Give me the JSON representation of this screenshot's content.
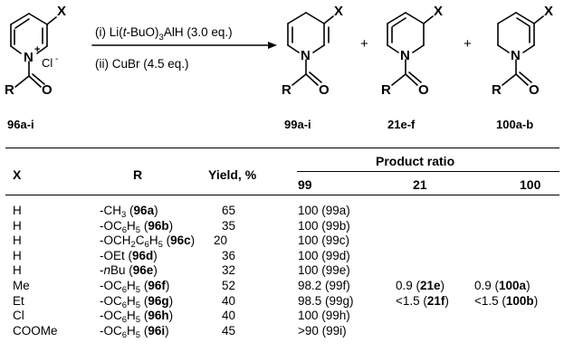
{
  "scheme": {
    "reactant_label": "96a-i",
    "products": [
      {
        "label": "99a-i"
      },
      {
        "label": "21e-f"
      },
      {
        "label": "100a-b"
      }
    ],
    "plus": "+",
    "step1": "(i) Li(t-BuO)3AlH (3.0 eq.)",
    "step2": "(ii) CuBr (4.5 eq.)",
    "atoms": {
      "X": "X",
      "N": "N",
      "R": "R",
      "O": "O",
      "Cl": "Cl",
      "charge_plus": "+",
      "charge_minus": "-"
    }
  },
  "table": {
    "headers": {
      "x": "X",
      "r": "R",
      "yield": "Yield, %",
      "ratio": "Product ratio",
      "c99": "99",
      "c21": "21",
      "c100": "100"
    },
    "rows": [
      {
        "x": "H",
        "r_pre": "-CH",
        "r_sub": "3",
        "r_post": " (",
        "r_cmp": "96a",
        "r_end": ")",
        "yield": "65",
        "p99": "100 (99a)",
        "p21": "",
        "p21b": "",
        "p21c": "",
        "p100": "",
        "p100b": "",
        "p100c": ""
      },
      {
        "x": "H",
        "r_pre": "-OC",
        "r_sub": "6",
        "r_mid": "H",
        "r_sub2": "5",
        "r_post": " (",
        "r_cmp": "96b",
        "r_end": ")",
        "yield": "35",
        "p99": "100 (99b)"
      },
      {
        "x": "H",
        "r_pre": "-OCH",
        "r_sub": "2",
        "r_mid": "C",
        "r_sub2": "6",
        "r_mid2": "H",
        "r_sub3": "5",
        "r_post": " (",
        "r_cmp": "96c",
        "r_end": ")",
        "yield": "20",
        "p99": "100 (99c)"
      },
      {
        "x": "H",
        "r_pre": "-OEt (",
        "r_cmp": "96d",
        "r_end": ")",
        "yield": "36",
        "p99": "100 (99d)"
      },
      {
        "x": "H",
        "r_pre": "-",
        "r_ital": "n",
        "r_mid": "Bu (",
        "r_cmp": "96e",
        "r_end": ")",
        "yield": "32",
        "p99": "100 (99e)"
      },
      {
        "x": "Me",
        "r_pre": "-OC",
        "r_sub": "6",
        "r_mid": "H",
        "r_sub2": "5",
        "r_post": " (",
        "r_cmp": "96f",
        "r_end": ")",
        "yield": "52",
        "p99": "98.2 (99f)",
        "p21": "0.9 (",
        "p21b": "21e",
        "p21c": ")",
        "p100": "0.9 (",
        "p100b": "100a",
        "p100c": ")"
      },
      {
        "x": "Et",
        "r_pre": "-OC",
        "r_sub": "6",
        "r_mid": "H",
        "r_sub2": "5",
        "r_post": " (",
        "r_cmp": "96g",
        "r_end": ")",
        "yield": "40",
        "p99": "98.5 (99g)",
        "p21": "<1.5 (",
        "p21b": "21f",
        "p21c": ")",
        "p100": "<1.5 (",
        "p100b": "100b",
        "p100c": ")"
      },
      {
        "x": "Cl",
        "r_pre": "-OC",
        "r_sub": "6",
        "r_mid": "H",
        "r_sub2": "5",
        "r_post": " (",
        "r_cmp": "96h",
        "r_end": ")",
        "yield": "40",
        "p99": "100 (99h)"
      },
      {
        "x": "COOMe",
        "r_pre": "-OC",
        "r_sub": "6",
        "r_mid": "H",
        "r_sub2": "5",
        "r_post": " (",
        "r_cmp": "96i",
        "r_end": ")",
        "yield": "45",
        "p99": ">90 (99i)"
      }
    ]
  }
}
